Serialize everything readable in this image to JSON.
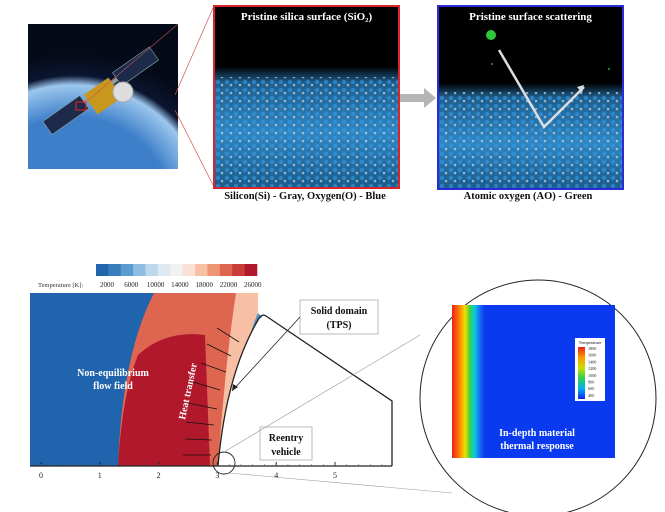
{
  "top": {
    "panel_left": {
      "title": "Pristine silica surface (SiO₂)",
      "caption": "Silicon(Si) - Gray, Oxygen(O) - Blue",
      "border_color": "#d9252a"
    },
    "panel_right": {
      "title": "Pristine surface scattering",
      "caption": "Atomic oxygen (AO) - Green",
      "border_color": "#2b2bd9"
    }
  },
  "bottom": {
    "colorbar": {
      "label": "Temperature [K]:",
      "ticks": [
        "2000",
        "6000",
        "10000",
        "14000",
        "18000",
        "22000",
        "26000"
      ],
      "colors": [
        "#2166ac",
        "#3a7fbd",
        "#5b9bcf",
        "#8dbde0",
        "#bcd8eb",
        "#dde9f3",
        "#f2f2f2",
        "#fbe1d5",
        "#f7c0a5",
        "#ee9573",
        "#de6650",
        "#c83c3a",
        "#b2182b"
      ]
    },
    "labels": {
      "flow": "Non-equilibrium flow field",
      "heat": "Heat transfer",
      "solid": "Solid domain (TPS)",
      "vehicle": "Reentry vehicle",
      "material": "In-depth material thermal response"
    },
    "x_axis_ticks": [
      "0",
      "1",
      "2",
      "3",
      "4",
      "5"
    ],
    "inset_colorbar": {
      "title": "Temperature",
      "ticks": [
        "1800",
        "1600",
        "1400",
        "1200",
        "1000",
        "800",
        "600",
        "400"
      ]
    }
  }
}
